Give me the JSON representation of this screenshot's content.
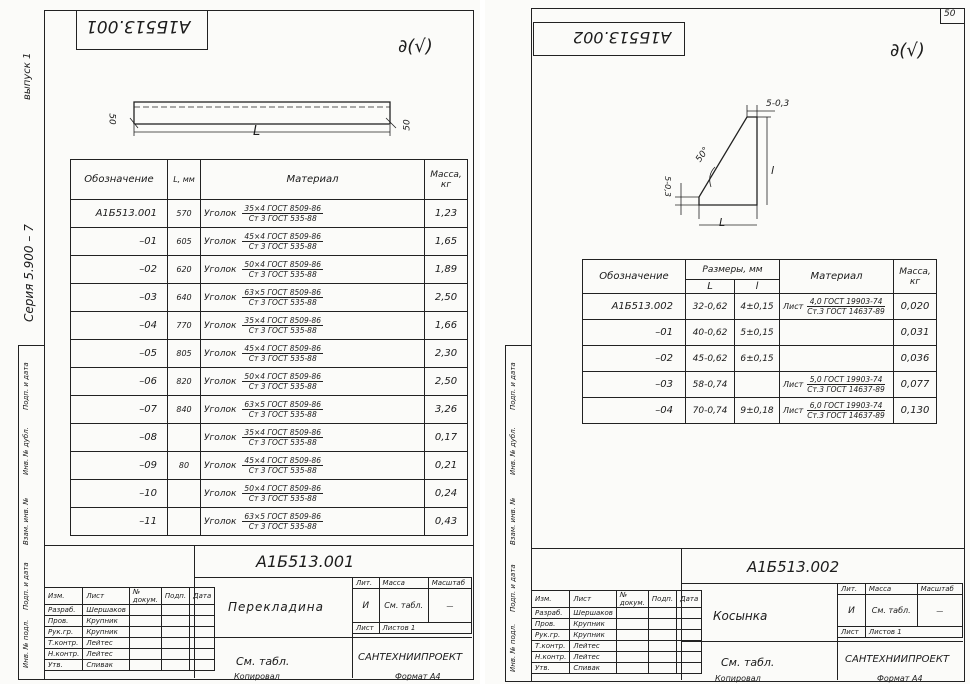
{
  "left": {
    "code_mirrored": "А1Б513.001",
    "corner_mark": "∂(√)",
    "series_side": "Серия  5.900 – 7",
    "issue_side": "выпуск 1",
    "dim_angle_left": "50",
    "dim_angle_right": "50",
    "dim_L": "L",
    "table": {
      "headers": [
        "Обозначение",
        "L, мм",
        "Материал",
        "Масса, кг"
      ],
      "rows": [
        {
          "code": "А1Б513.001",
          "L": "570",
          "mat": "Уголок",
          "frac_top": "35×4   ГОСТ 8509-86",
          "frac_bot": "Ст 3   ГОСТ 535-88",
          "mass": "1,23"
        },
        {
          "code": "–01",
          "L": "605",
          "mat": "Уголок",
          "frac_top": "45×4   ГОСТ 8509-86",
          "frac_bot": "Ст 3   ГОСТ 535-88",
          "mass": "1,65"
        },
        {
          "code": "–02",
          "L": "620",
          "mat": "Уголок",
          "frac_top": "50×4   ГОСТ 8509-86",
          "frac_bot": "Ст 3   ГОСТ 535-88",
          "mass": "1,89"
        },
        {
          "code": "–03",
          "L": "640",
          "mat": "Уголок",
          "frac_top": "63×5   ГОСТ 8509-86",
          "frac_bot": "Ст 3   ГОСТ 535-88",
          "mass": "2,50"
        },
        {
          "code": "–04",
          "L": "770",
          "mat": "Уголок",
          "frac_top": "35×4   ГОСТ 8509-86",
          "frac_bot": "Ст 3   ГОСТ 535-88",
          "mass": "1,66"
        },
        {
          "code": "–05",
          "L": "805",
          "mat": "Уголок",
          "frac_top": "45×4   ГОСТ 8509-86",
          "frac_bot": "Ст 3   ГОСТ 535-88",
          "mass": "2,30"
        },
        {
          "code": "–06",
          "L": "820",
          "mat": "Уголок",
          "frac_top": "50×4   ГОСТ 8509-86",
          "frac_bot": "Ст 3   ГОСТ 535-88",
          "mass": "2,50"
        },
        {
          "code": "–07",
          "L": "840",
          "mat": "Уголок",
          "frac_top": "63×5   ГОСТ 8509-86",
          "frac_bot": "Ст 3   ГОСТ 535-88",
          "mass": "3,26"
        },
        {
          "code": "–08",
          "L": "",
          "mat": "Уголок",
          "frac_top": "35×4   ГОСТ 8509-86",
          "frac_bot": "Ст 3   ГОСТ 535-88",
          "mass": "0,17"
        },
        {
          "code": "–09",
          "L": "80",
          "mat": "Уголок",
          "frac_top": "45×4   ГОСТ 8509-86",
          "frac_bot": "Ст 3   ГОСТ 535-88",
          "mass": "0,21"
        },
        {
          "code": "–10",
          "L": "",
          "mat": "Уголок",
          "frac_top": "50×4   ГОСТ 8509-86",
          "frac_bot": "Ст 3   ГОСТ 535-88",
          "mass": "0,24"
        },
        {
          "code": "–11",
          "L": "",
          "mat": "Уголок",
          "frac_top": "63×5   ГОСТ 8509-86",
          "frac_bot": "Ст 3   ГОСТ 535-88",
          "mass": "0,43"
        }
      ]
    },
    "stamp": {
      "code": "А1Б513.001",
      "name": "Перекладина",
      "lit_label": "Лит.",
      "mass_label": "Масса",
      "scale_label": "Масштаб",
      "lit": "И",
      "mass": "См. табл.",
      "scale": "—",
      "sheet_label": "Лист",
      "sheets_label": "Листов 1",
      "see": "См. табл.",
      "org": "САНТЕХНИИПРОЕКТ",
      "people": [
        {
          "role": "Изм.",
          "name": "Лист",
          "doc": "№ докум.",
          "sig": "Подп.",
          "date": "Дата"
        },
        {
          "role": "Разраб.",
          "name": "Шершаков",
          "doc": "",
          "sig": "",
          "date": ""
        },
        {
          "role": "Пров.",
          "name": "Крупник",
          "doc": "",
          "sig": "",
          "date": ""
        },
        {
          "role": "Рук.гр.",
          "name": "Крупник",
          "doc": "",
          "sig": "",
          "date": ""
        },
        {
          "role": "Т.контр.",
          "name": "Лейтес",
          "doc": "",
          "sig": "",
          "date": ""
        },
        {
          "role": "Н.контр.",
          "name": "Лейтес",
          "doc": "",
          "sig": "",
          "date": ""
        },
        {
          "role": "Утв.",
          "name": "Спивак",
          "doc": "",
          "sig": "",
          "date": ""
        }
      ],
      "copied": "Копировал",
      "format": "Формат А4"
    },
    "side_fields": [
      "Инв. № подл.",
      "Подп. и дата",
      "Взам. инв. №",
      "Инв. № дубл.",
      "Подп. и дата"
    ]
  },
  "right": {
    "page_no": "50",
    "code_mirrored": "А1Б513.002",
    "corner_mark": "∂(√)",
    "dims": {
      "top": "5-0,3",
      "angle": "50°",
      "left": "5-0,3",
      "L": "L",
      "l": "l"
    },
    "table": {
      "headers": [
        "Обозначение",
        "Размеры, мм",
        "Материал",
        "Масса, кг"
      ],
      "subheaders": [
        "L",
        "l"
      ],
      "rows": [
        {
          "code": "А1Б513.002",
          "L": "32-0,62",
          "l": "4±0,15",
          "mat": "Лист",
          "frac_top": "4,0 ГОСТ 19903-74",
          "frac_bot": "Ст.3 ГОСТ 14637-89",
          "mass": "0,020"
        },
        {
          "code": "–01",
          "L": "40-0,62",
          "l": "5±0,15",
          "mat": "",
          "frac_top": "",
          "frac_bot": "",
          "mass": "0,031"
        },
        {
          "code": "–02",
          "L": "45-0,62",
          "l": "6±0,15",
          "mat": "",
          "frac_top": "",
          "frac_bot": "",
          "mass": "0,036"
        },
        {
          "code": "–03",
          "L": "58-0,74",
          "l": "",
          "mat": "Лист",
          "frac_top": "5,0 ГОСТ 19903-74",
          "frac_bot": "Ст.3 ГОСТ 14637-89",
          "mass": "0,077"
        },
        {
          "code": "–04",
          "L": "70-0,74",
          "l": "9±0,18",
          "mat": "Лист",
          "frac_top": "6,0 ГОСТ 19903-74",
          "frac_bot": "Ст.3 ГОСТ 14637-89",
          "mass": "0,130"
        }
      ]
    },
    "stamp": {
      "code": "А1Б513.002",
      "name": "Косынка",
      "lit_label": "Лит.",
      "mass_label": "Масса",
      "scale_label": "Масштаб",
      "lit": "И",
      "mass": "См. табл.",
      "scale": "—",
      "sheet_label": "Лист",
      "sheets_label": "Листов 1",
      "see": "См. табл.",
      "org": "САНТЕХНИИПРОЕКТ",
      "people": [
        {
          "role": "Изм.",
          "name": "Лист",
          "doc": "№ докум.",
          "sig": "Подп.",
          "date": "Дата"
        },
        {
          "role": "Разраб.",
          "name": "Шершаков",
          "doc": "",
          "sig": "",
          "date": ""
        },
        {
          "role": "Пров.",
          "name": "Крупник",
          "doc": "",
          "sig": "",
          "date": ""
        },
        {
          "role": "Рук.гр.",
          "name": "Крупник",
          "doc": "",
          "sig": "",
          "date": ""
        },
        {
          "role": "Т.контр.",
          "name": "Лейтес",
          "doc": "",
          "sig": "",
          "date": ""
        },
        {
          "role": "Н.контр.",
          "name": "Лейтес",
          "doc": "",
          "sig": "",
          "date": ""
        },
        {
          "role": "Утв.",
          "name": "Спивак",
          "doc": "",
          "sig": "",
          "date": ""
        }
      ],
      "copied": "Копировал",
      "format": "Формат А4"
    },
    "side_fields": [
      "Инв. № подл.",
      "Подп. и дата",
      "Взам. инв. №",
      "Инв. № дубл.",
      "Подп. и дата"
    ]
  }
}
